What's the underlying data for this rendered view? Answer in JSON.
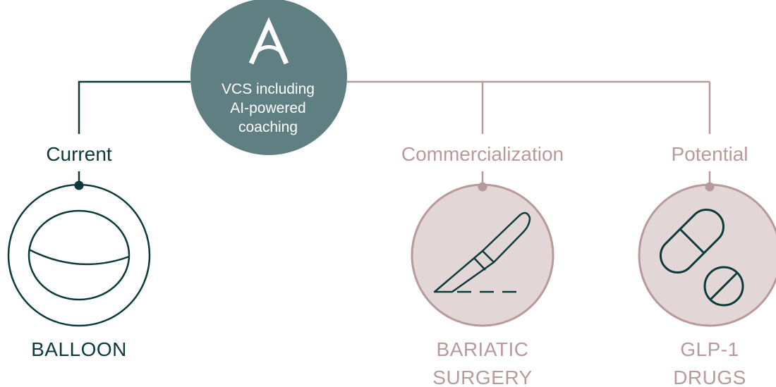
{
  "colors": {
    "dark": "#0c3a3b",
    "hub": "#5f7f82",
    "rose": "#b89a9b",
    "rose_fill": "#e3d6d6",
    "rose_line": "#b89a9b"
  },
  "hub": {
    "logo_icon": "letter-a-logo-icon",
    "lines": [
      "VCS including",
      "AI-powered",
      "coaching"
    ]
  },
  "stages": {
    "current": "Current",
    "commercialization": "Commercialization",
    "potential": "Potential"
  },
  "items": {
    "balloon": {
      "icon": "balloon-icon",
      "lines": [
        "BALLOON"
      ]
    },
    "bariatric": {
      "icon": "scalpel-icon",
      "lines": [
        "BARIATIC",
        "SURGERY"
      ]
    },
    "glp1": {
      "icon": "pills-icon",
      "lines": [
        "GLP-1",
        "DRUGS"
      ]
    }
  }
}
